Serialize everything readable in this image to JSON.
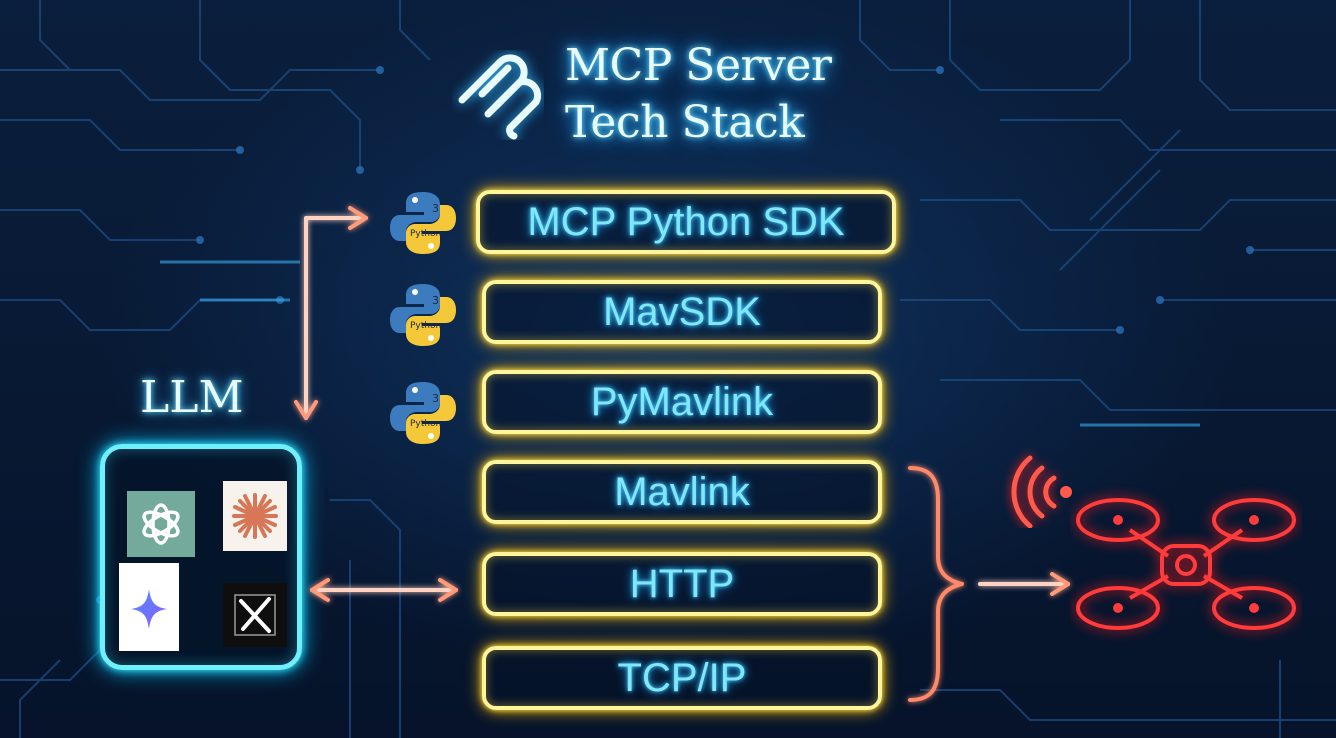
{
  "title": {
    "line1": "MCP Server",
    "line2": "Tech Stack",
    "logo_icon": "mcp-logo-icon"
  },
  "stack": {
    "layers": [
      {
        "label": "MCP Python SDK",
        "icon": "python-icon"
      },
      {
        "label": "MavSDK",
        "icon": "python-icon"
      },
      {
        "label": "PyMavlink",
        "icon": "python-icon"
      },
      {
        "label": "Mavlink",
        "icon": null
      },
      {
        "label": "HTTP",
        "icon": null
      },
      {
        "label": "TCP/IP",
        "icon": null
      }
    ],
    "python_badge_number": "3",
    "python_badge_text": "Python"
  },
  "llm": {
    "label": "LLM",
    "providers": [
      "openai-logo-icon",
      "claude-logo-icon",
      "gemini-logo-icon",
      "grok-logo-icon"
    ]
  },
  "target": {
    "icon": "drone-icon",
    "signal_icon": "wireless-signal-icon"
  },
  "colors": {
    "layer_border": "#fff59a",
    "layer_glow": "#ffb800",
    "layer_text": "#7fe8ff",
    "llm_border": "#6ff0ff",
    "arrow": "#ff8a6a",
    "drone": "#ff3b3b"
  }
}
